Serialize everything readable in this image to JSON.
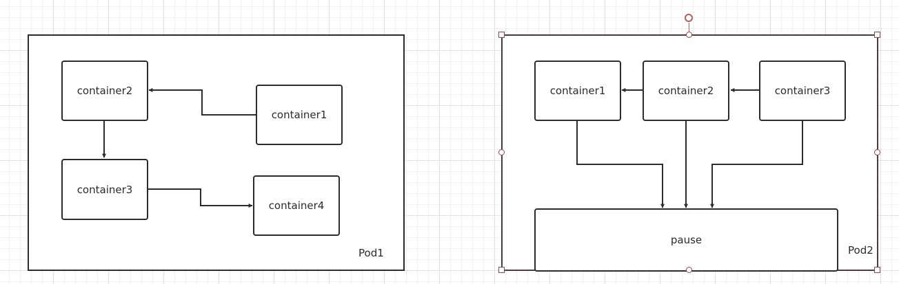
{
  "pod1": {
    "label": "Pod1",
    "containers": {
      "c2": "container2",
      "c1": "container1",
      "c3": "container3",
      "c4": "container4"
    }
  },
  "pod2": {
    "label": "Pod2",
    "containers": {
      "c1": "container1",
      "c2": "container2",
      "c3": "container3",
      "pause": "pause"
    }
  },
  "colors": {
    "stroke": "#2b2b2b",
    "selection_handle": "#8a4a4a",
    "grid": "#e2e2e2"
  }
}
